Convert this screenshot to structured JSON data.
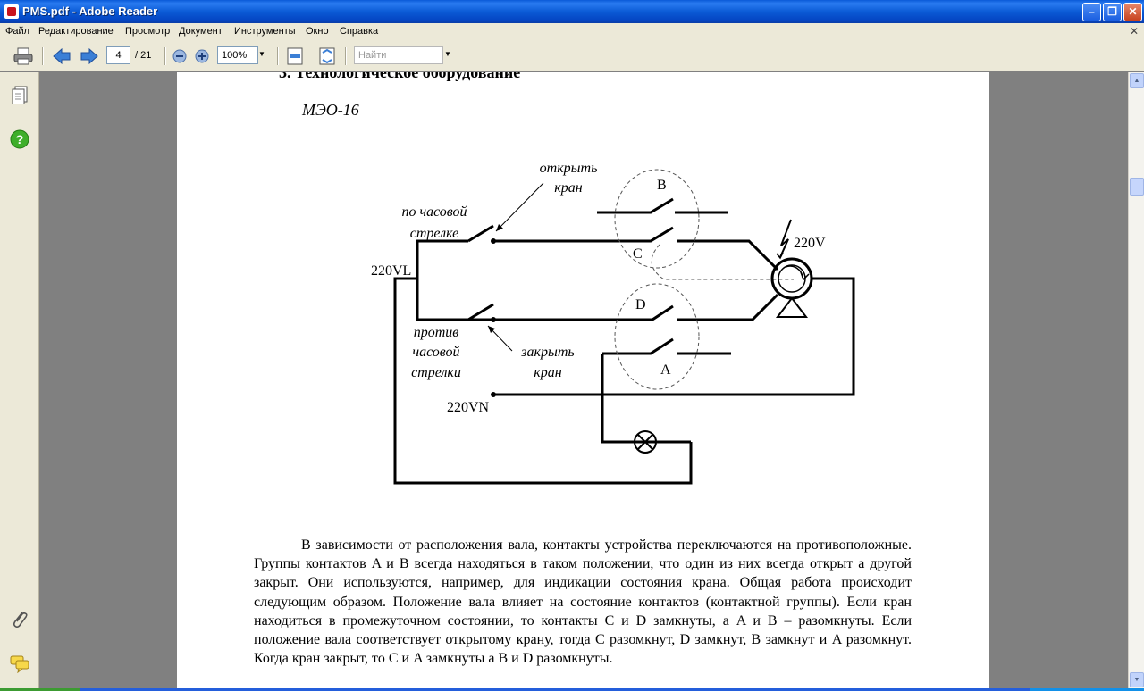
{
  "window": {
    "title": "PMS.pdf - Adobe Reader"
  },
  "menu": [
    "Файл",
    "Редактирование",
    "Просмотр",
    "Документ",
    "Инструменты",
    "Окно",
    "Справка"
  ],
  "toolbar": {
    "page_current": "4",
    "page_total": "/ 21",
    "zoom": "100%",
    "search_placeholder": "Найти"
  },
  "document": {
    "heading": "3.  Технологическое оборудование",
    "subheading": "МЭО-16",
    "diagram": {
      "labels": {
        "open_valve_1": "открыть",
        "open_valve_2": "кран",
        "clockwise_1": "по часовой",
        "clockwise_2": "стрелке",
        "line": "220VL",
        "neutral": "220VN",
        "counter_1": "против",
        "counter_2": "часовой",
        "counter_3": "стрелки",
        "close_valve_1": "закрыть",
        "close_valve_2": "кран",
        "contact_a": "A",
        "contact_b": "B",
        "contact_c": "C",
        "contact_d": "D",
        "motor_voltage": "220V"
      }
    },
    "body": "В зависимости от расположения вала, контакты устройства переключаются на противоположные. Группы контактов A и B всегда находяться в таком положении, что один из них всегда открыт а другой закрыт. Они используются, например, для индикации состояния крана. Общая работа происходит следующим образом. Положение вала влияет на состояние контактов (контактной группы). Если кран находиться в промежуточном состоянии, то контакты C и D замкнуты, а A и B – разомкнуты. Если положение вала соответствует открытому крану, тогда C разомкнут, D замкнут, B замкнут и A разомкнут. Когда кран закрыт, то C и A замкнуты а B и D разомкнуты."
  }
}
